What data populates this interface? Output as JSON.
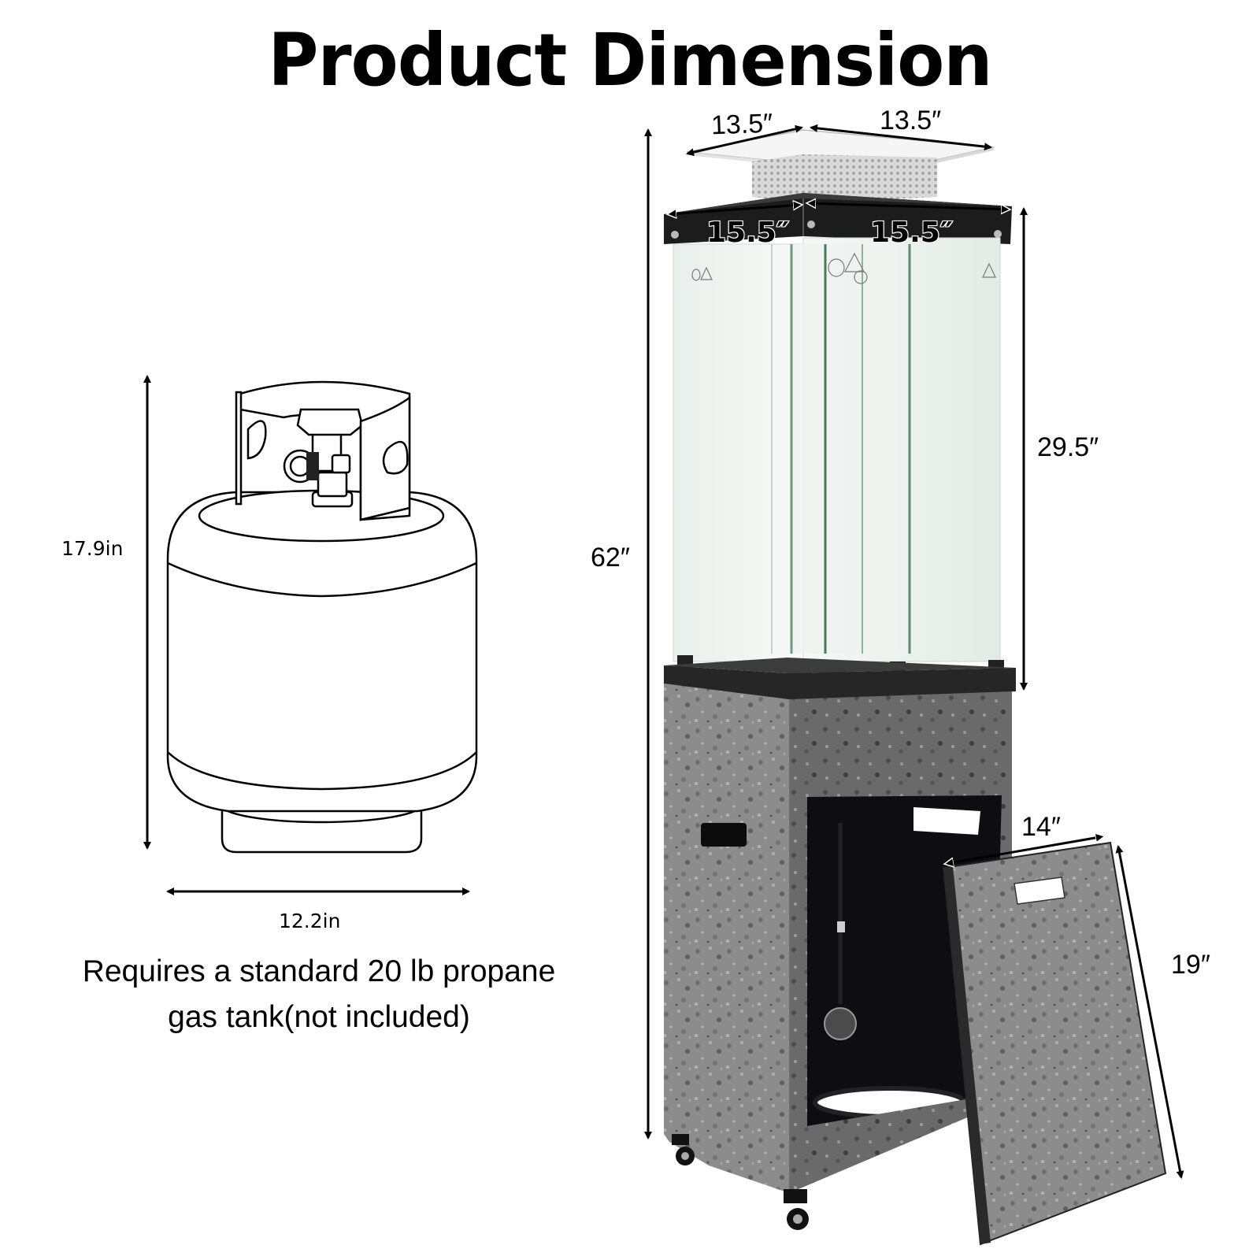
{
  "header": {
    "title": "Product Dimension"
  },
  "tank": {
    "name": "20 lb propane gas tank",
    "height_label": "17.9in",
    "width_label": "12.2in",
    "note_line1": "Requires a standard 20 lb propane",
    "note_line2": "gas tank(not included)"
  },
  "heater": {
    "top_cap_left_label": "13.5″",
    "top_cap_right_label": "13.5″",
    "frame_left_label": "15.5″",
    "frame_right_label": "15.5″",
    "glass_height_label": "29.5″",
    "total_height_label": "62″",
    "door_width_label": "14″",
    "door_height_label": "19″"
  },
  "colors": {
    "background": "#ffffff",
    "text": "#000000",
    "frame_black": "#1c1c1c",
    "stone_gray": "#8a8a8a",
    "stone_dark": "#4a4a4a",
    "glass_tint": "#e8efec",
    "glass_edge": "#5f8f74",
    "cap_white": "#f4f4f4"
  }
}
